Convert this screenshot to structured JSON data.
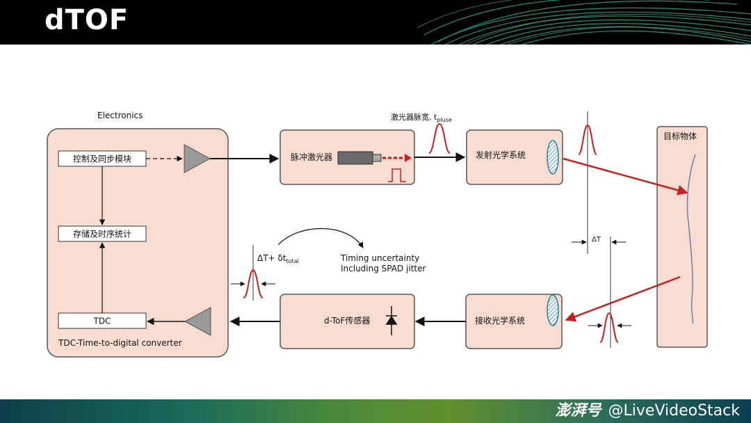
{
  "header": {
    "title": "dTOF"
  },
  "footer": {
    "brand_cn": "澎湃号",
    "handle": "@LiveVideoStack"
  },
  "diagram": {
    "electronics_label": "Electronics",
    "control_sync": "控制及同步模块",
    "storage_stats": "存储及时序统计",
    "tdc": "TDC",
    "tdc_caption": "TDC-Time-to-digital converter",
    "pulse_laser": "脉冲激光器",
    "laser_pulse_width": "激光器脉宽, t",
    "laser_pulse_width_sub": "pluse",
    "tx_optics": "发射光学系统",
    "target": "目标物体",
    "rx_optics": "接收光学系统",
    "dtof_sensor": "d-ToF传感器",
    "delta_t": "ΔT",
    "delta_t_plus": "ΔT+ δt",
    "delta_t_plus_sub": "total",
    "timing_line1": "Timing uncertainty",
    "timing_line2": "Including SPAD jitter"
  },
  "colors": {
    "box_fill": "#f9dcd0",
    "red": "#c81e1e",
    "amp_gray": "#9a9a9a",
    "lens_blue": "#4aa3c8"
  }
}
